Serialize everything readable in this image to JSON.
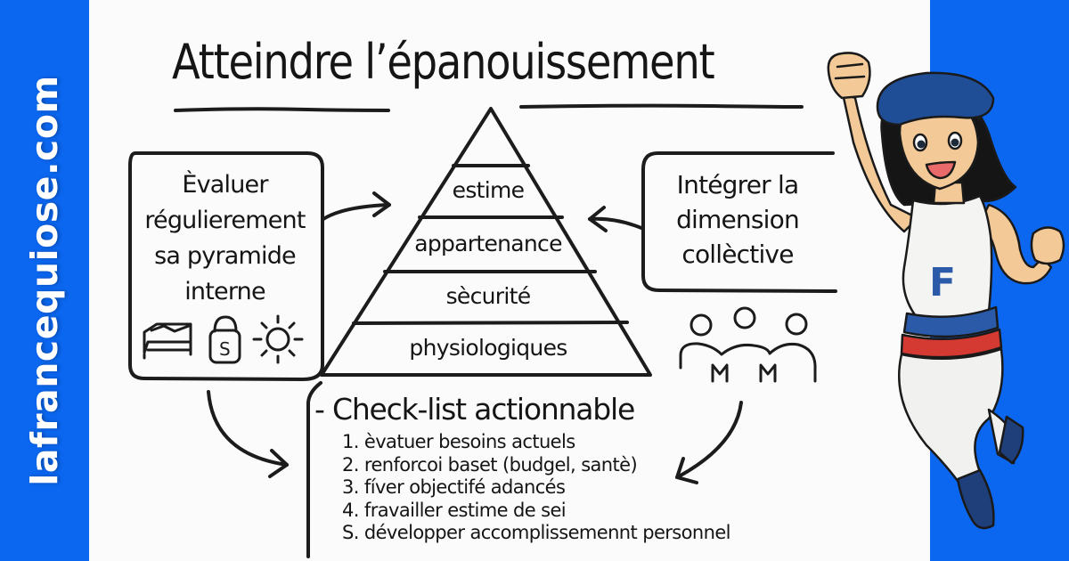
{
  "brand": {
    "site_name": "lafrancequiose.com",
    "band_color": "#0b67f0"
  },
  "diagram": {
    "title": "Atteindre l’épanouissement",
    "left_box": {
      "lines": [
        "Èvaluer",
        "régulierement",
        "sa pyramide",
        "interne"
      ],
      "icons": [
        "bed-icon",
        "padlock-dollar-icon",
        "sun-icon"
      ]
    },
    "right_box": {
      "lines": [
        "Intégrer la",
        "dimension",
        "collèctive"
      ],
      "icon": "group-of-people-icon"
    },
    "pyramid": {
      "tiers_top_to_bottom": [
        "",
        "estime",
        "appartenance",
        "sècurité",
        "physiologiques"
      ]
    },
    "checklist": {
      "title": "- Check-list actionnable",
      "items": [
        "1. èvatuer besoins actuels",
        "2. renforcoi baset (budgel, santè)",
        "3. fíver objectifé adancés",
        "4. fravailler estime de sei",
        "S. développer accomplissemennt personnel"
      ]
    }
  },
  "mascot": {
    "description": "cartoon woman in blue beret with fist raised, white tank top with letter F, blue and red belt stripes",
    "shirt_letter": "F",
    "colors": {
      "beret": "#1f4e96",
      "stripe_blue": "#2a5aa8",
      "stripe_red": "#d43a32",
      "skin": "#f2c997"
    }
  }
}
